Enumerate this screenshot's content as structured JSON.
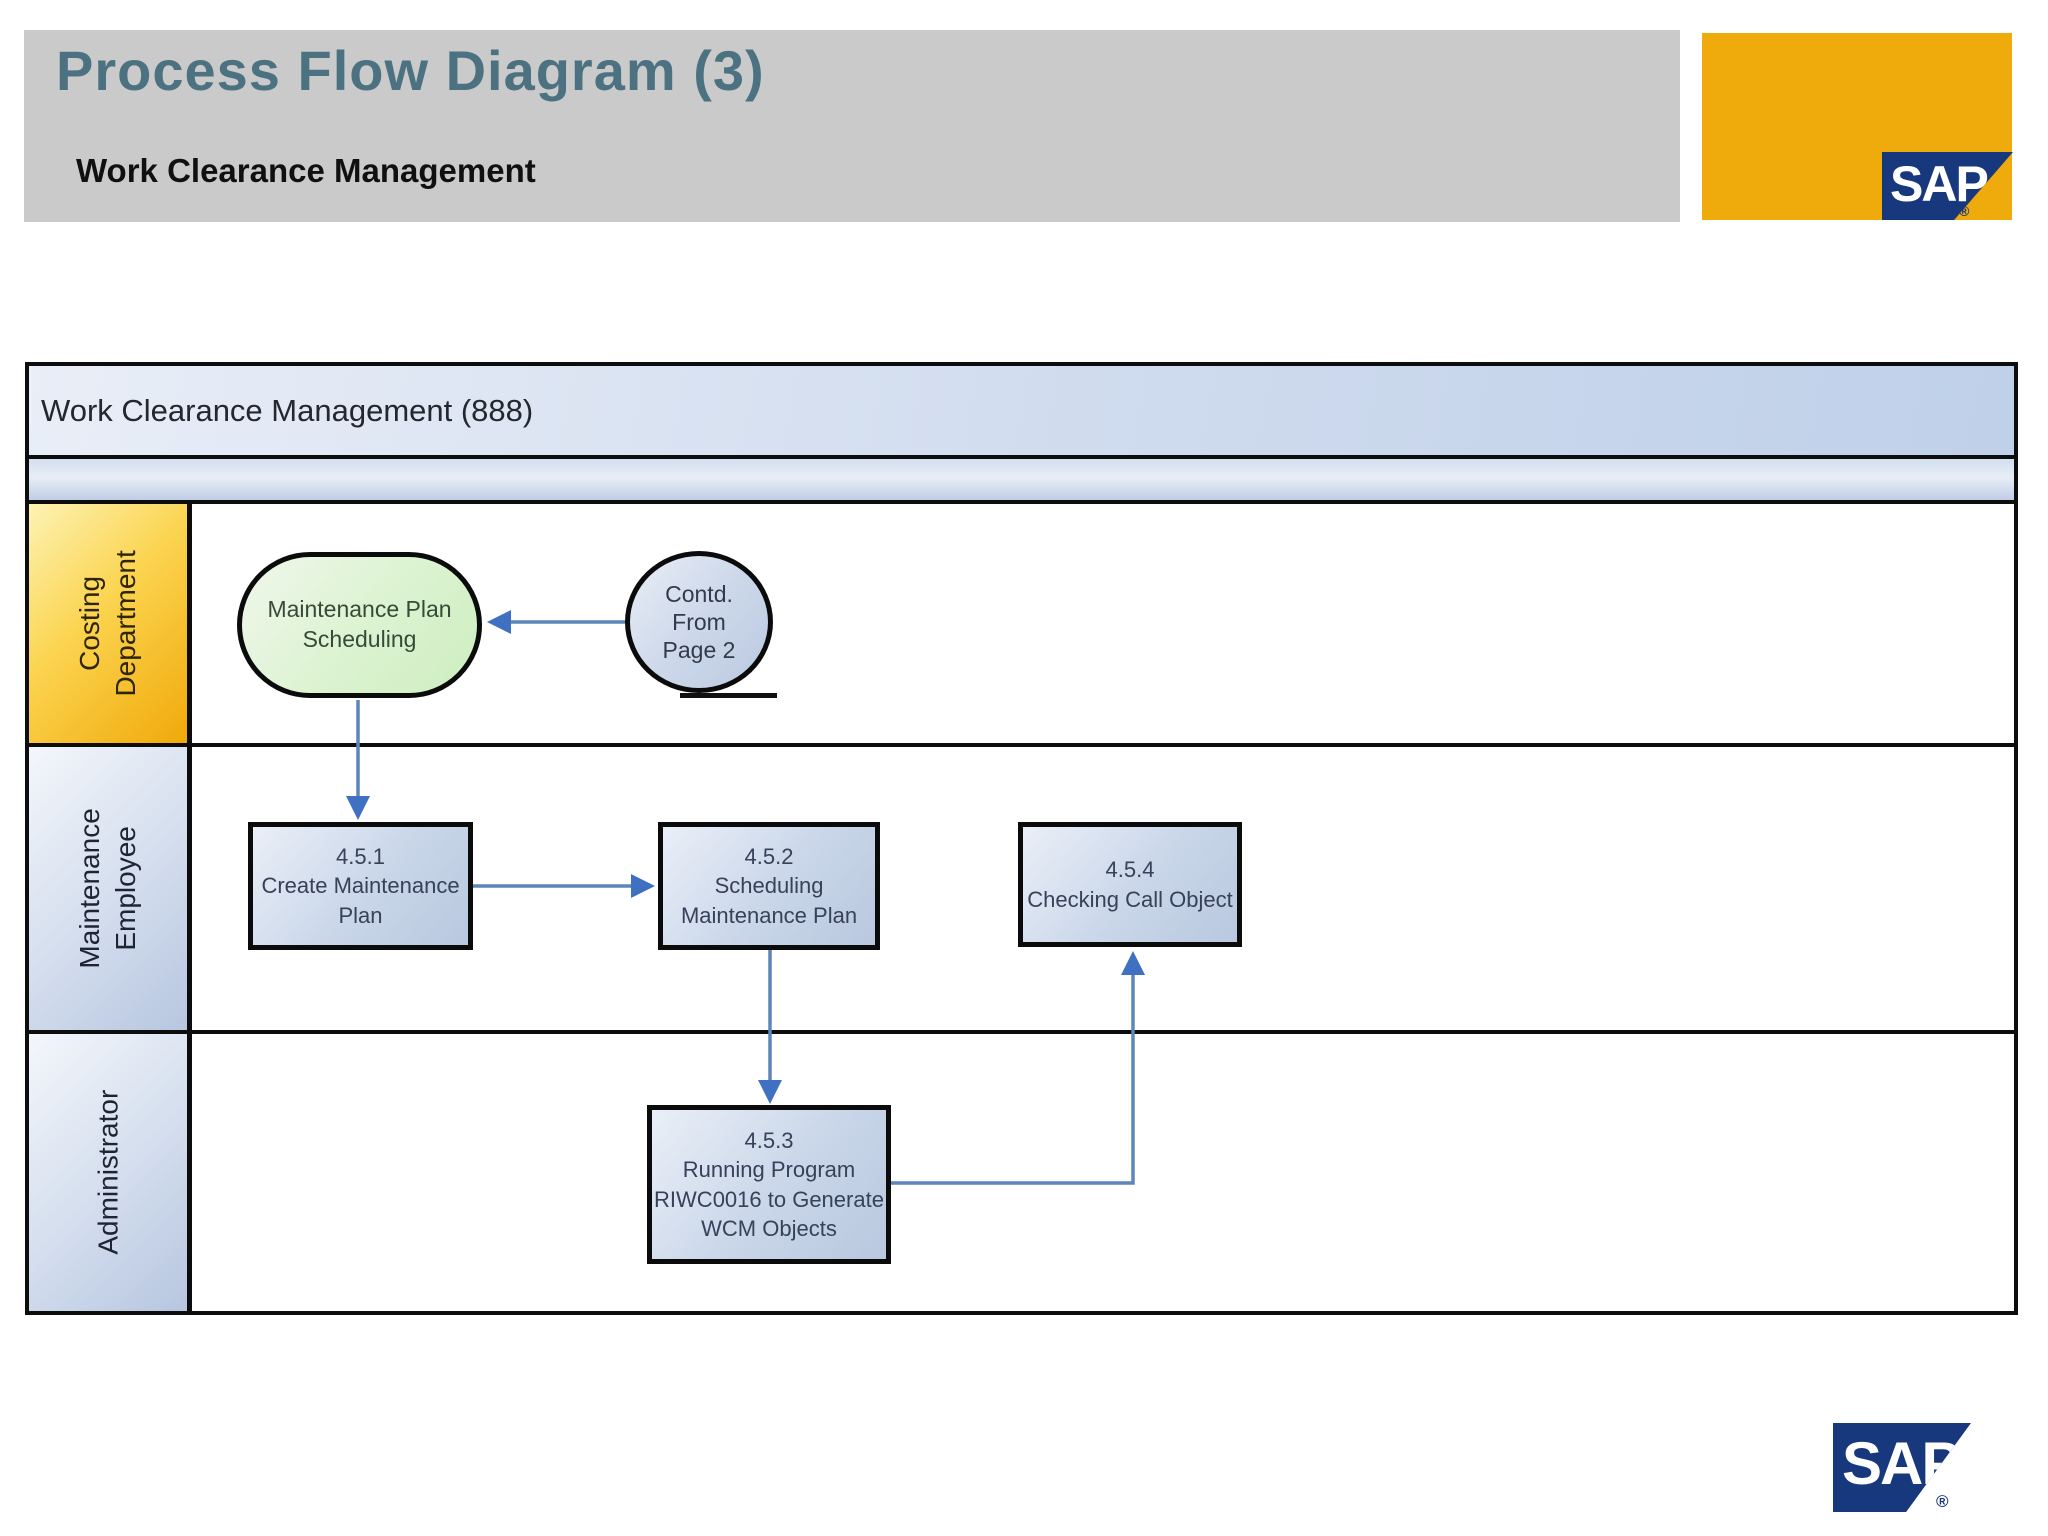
{
  "slide": {
    "title": "Process Flow Diagram (3)",
    "subtitle": "Work Clearance Management"
  },
  "brand": {
    "logo_text": "SAP",
    "registered_mark": "®",
    "colors": {
      "sap_blue": "#17387c",
      "sap_gold": "#efab0c",
      "header_gray": "#cacaca",
      "title_teal": "#4c7282"
    }
  },
  "diagram": {
    "title": "Work Clearance Management (888)",
    "lanes": [
      {
        "label": "Costing\nDepartment"
      },
      {
        "label": "Maintenance\nEmployee"
      },
      {
        "label": "Administrator"
      }
    ],
    "nodes": [
      {
        "id": "maintenance-plan-scheduling",
        "type": "terminator",
        "lane": "Costing Department",
        "label": "Maintenance Plan\nScheduling"
      },
      {
        "id": "contd-from-page-2",
        "type": "off-page-connector",
        "lane": "Costing Department",
        "label": "Contd.\nFrom\nPage 2"
      },
      {
        "id": "step-4-5-1",
        "type": "process",
        "lane": "Maintenance Employee",
        "label": "4.5.1\nCreate Maintenance\nPlan"
      },
      {
        "id": "step-4-5-2",
        "type": "process",
        "lane": "Maintenance Employee",
        "label": "4.5.2\nScheduling\nMaintenance Plan"
      },
      {
        "id": "step-4-5-4",
        "type": "process",
        "lane": "Maintenance Employee",
        "label": "4.5.4\nChecking Call Object"
      },
      {
        "id": "step-4-5-3",
        "type": "process",
        "lane": "Administrator",
        "label": "4.5.3\nRunning Program\nRIWC0016 to Generate\nWCM Objects"
      }
    ],
    "connections": [
      {
        "from": "contd-from-page-2",
        "to": "maintenance-plan-scheduling"
      },
      {
        "from": "maintenance-plan-scheduling",
        "to": "step-4-5-1"
      },
      {
        "from": "step-4-5-1",
        "to": "step-4-5-2"
      },
      {
        "from": "step-4-5-2",
        "to": "step-4-5-3"
      },
      {
        "from": "step-4-5-3",
        "to": "step-4-5-4"
      }
    ],
    "colors": {
      "arrow_line": "#5e86ba",
      "arrow_head": "#3f70c2",
      "lane_yellow": "#f0a90a",
      "lane_blue": "#b7c6e0",
      "terminator_green": "#cdeec0",
      "process_blue": "#c9d6e9"
    }
  }
}
